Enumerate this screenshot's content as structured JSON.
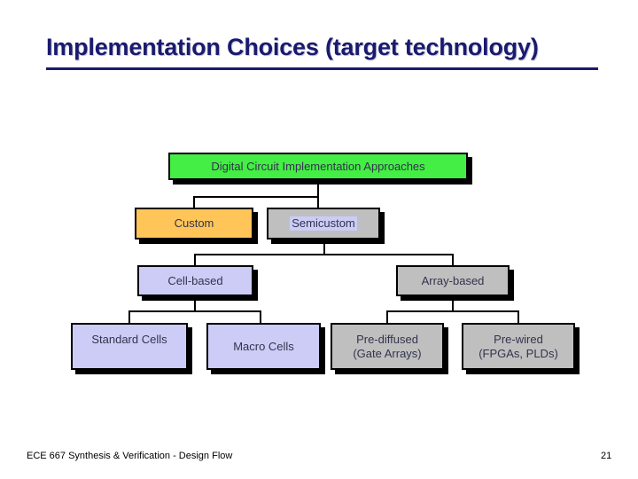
{
  "slide": {
    "title": "Implementation Choices (target technology)",
    "footer": "ECE 667 Synthesis & Verification - Design Flow",
    "page_number": "21"
  },
  "colors": {
    "title_navy": "#1a1a6e",
    "node_text": "#33334d",
    "border": "#000000",
    "shadow": "#000000",
    "fill_green": "#44ee44",
    "fill_orange": "#ffc559",
    "fill_gray": "#bfbfbf",
    "fill_lavender": "#ccccf7"
  },
  "diagram": {
    "type": "tree",
    "root": "Digital Circuit Implementation Approaches",
    "nodes": [
      {
        "id": "root",
        "label": "Digital Circuit Implementation Approaches",
        "fill": "green",
        "level": 0
      },
      {
        "id": "custom",
        "label": "Custom",
        "fill": "orange",
        "level": 1
      },
      {
        "id": "semicustom",
        "label": "Semicustom",
        "fill": "gray",
        "level": 1
      },
      {
        "id": "cellbased",
        "label": "Cell-based",
        "fill": "lavender",
        "level": 2
      },
      {
        "id": "arraybased",
        "label": "Array-based",
        "fill": "gray",
        "level": 2
      },
      {
        "id": "stdcells",
        "label": "Standard Cells",
        "fill": "lavender",
        "level": 3
      },
      {
        "id": "macrocells",
        "label": "Macro Cells",
        "fill": "lavender",
        "level": 3
      },
      {
        "id": "prediffused",
        "label": "Pre-diffused\n(Gate Arrays)",
        "fill": "gray",
        "level": 3
      },
      {
        "id": "prewired",
        "label": "Pre-wired\n(FPGAs, PLDs)",
        "fill": "gray",
        "level": 3
      }
    ],
    "edges": [
      {
        "from": "root",
        "to": "custom"
      },
      {
        "from": "root",
        "to": "semicustom"
      },
      {
        "from": "semicustom",
        "to": "cellbased"
      },
      {
        "from": "semicustom",
        "to": "arraybased"
      },
      {
        "from": "cellbased",
        "to": "stdcells"
      },
      {
        "from": "cellbased",
        "to": "macrocells"
      },
      {
        "from": "arraybased",
        "to": "prediffused"
      },
      {
        "from": "arraybased",
        "to": "prewired"
      }
    ]
  }
}
